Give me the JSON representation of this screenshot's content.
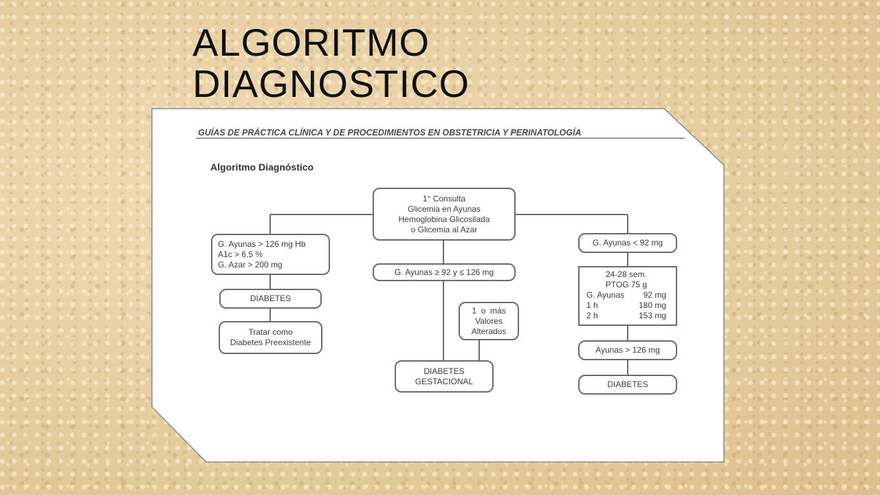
{
  "slide": {
    "title_line1": "ALGORITMO",
    "title_line2": "DIAGNOSTICO"
  },
  "document": {
    "header": "GUÍAS DE PRÁCTICA CLÍNICA Y DE PROCEDIMIENTOS EN OBSTETRICIA Y PERINATOLOGÍA",
    "section_title": "Algoritmo Diagnóstico"
  },
  "flowchart": {
    "top": [
      "1° Consulta",
      "Glicemia en Ayunas",
      "Hemoglobina Glicosilada",
      "o Glicemia al Azar"
    ],
    "left": {
      "criteria": [
        "G. Ayunas > 126 mg Hb",
        "A1c > 6,5 %",
        "G. Azar > 200 mg"
      ],
      "diabetes": "DIABETES",
      "treat": [
        "Tratar como",
        "Diabetes Preexistente"
      ]
    },
    "middle": {
      "range": "G. Ayunas ≥ 92 y ≤ 126 mg",
      "altered": [
        "1  o  más",
        "Valores",
        "Alterados"
      ],
      "gestational": [
        "DIABETES",
        "GESTACIONAL"
      ]
    },
    "right": {
      "fasting_low": "G. Ayunas < 92 mg",
      "ptog_title": [
        "24-28 sem.",
        "PTOG 75 g"
      ],
      "ptog_rows": [
        {
          "label": "G. Ayunas",
          "value": "92 mg"
        },
        {
          "label": "1 h",
          "value": "180 mg"
        },
        {
          "label": "2 h",
          "value": "153 mg"
        }
      ],
      "fasting_high": "Ayunas > 126 mg",
      "diabetes": "DIABETES"
    }
  }
}
